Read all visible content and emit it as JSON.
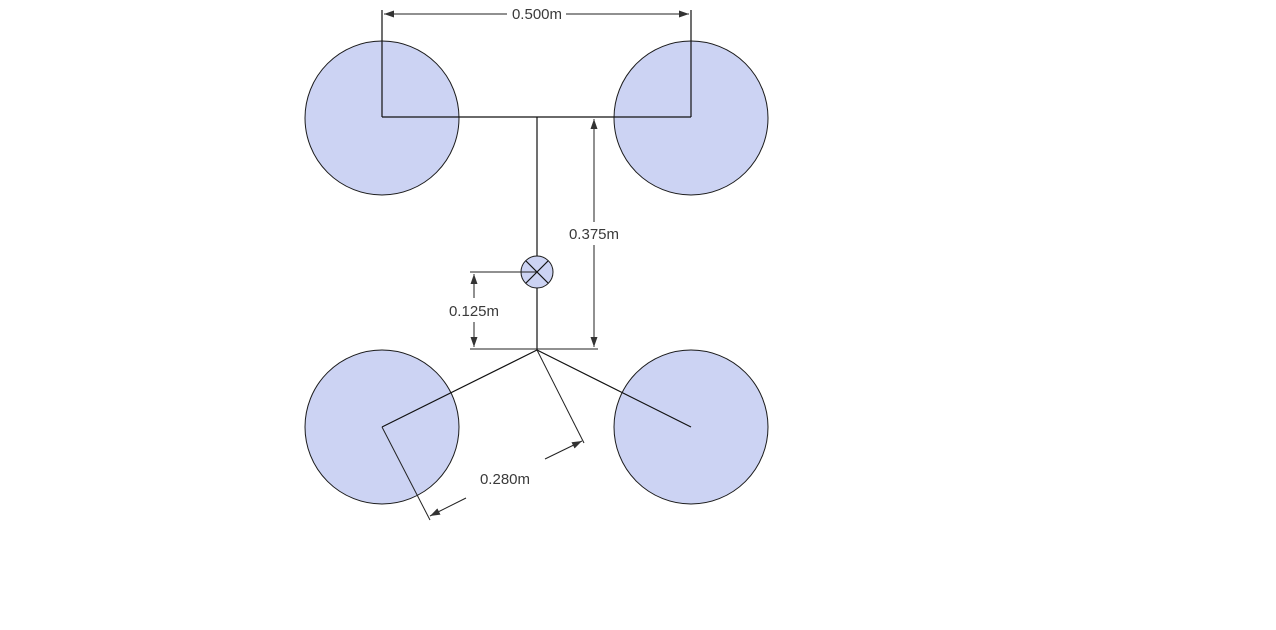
{
  "colors": {
    "circle_fill": "#ccd3f3",
    "circle_stroke": "#1a1a1a",
    "line": "#111111",
    "text": "#3a3a3a"
  },
  "dimensions": {
    "top_spacing": "0.500m",
    "vertical_length": "0.375m",
    "marker_offset": "0.125m",
    "diagonal_length": "0.280m"
  }
}
